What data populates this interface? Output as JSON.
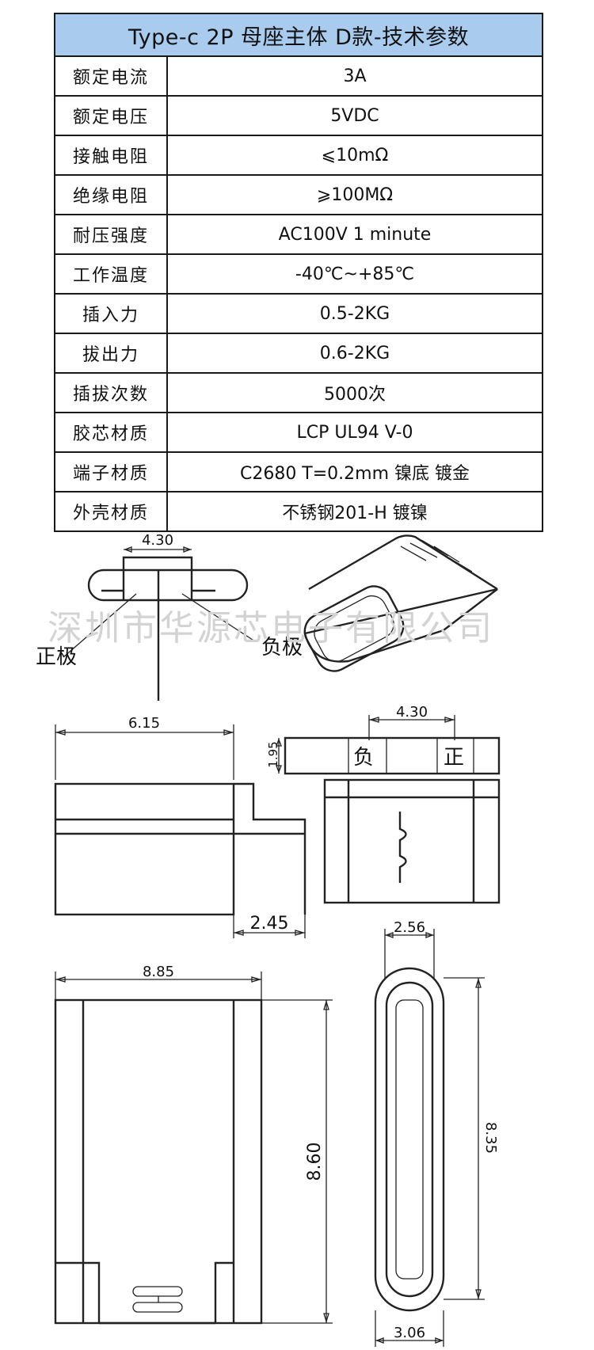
{
  "title": "Type-c 2P 母座主体 D款-技术参数",
  "specs": [
    {
      "label": "额定电流",
      "value": "3A"
    },
    {
      "label": "额定电压",
      "value": "5VDC"
    },
    {
      "label": "接触电阻",
      "value": "⩽10mΩ"
    },
    {
      "label": "绝缘电阻",
      "value": "⩾100MΩ"
    },
    {
      "label": "耐压强度",
      "value": "AC100V 1 minute"
    },
    {
      "label": "工作温度",
      "value": "-40℃~+85℃"
    },
    {
      "label": "插入力",
      "value": "0.5-2KG"
    },
    {
      "label": "拔出力",
      "value": "0.6-2KG"
    },
    {
      "label": "插拔次数",
      "value": "5000次"
    },
    {
      "label": "胶芯材质",
      "value": "LCP UL94 V-0"
    },
    {
      "label": "端子材质",
      "value": "C2680 T=0.2mm 镍底 镀金"
    },
    {
      "label": "外壳材质",
      "value": "不锈钢201-H 镀镍"
    }
  ],
  "drawing": {
    "watermark": "深圳市华源芯电子有限公司",
    "label_positive": "正极",
    "label_negative": "负极",
    "label_neg_short": "负",
    "label_pos_short": "正",
    "dims": {
      "top_pitch": "4.30",
      "side_length": "6.15",
      "front_pitch": "4.30",
      "front_height": "1.95",
      "tail": "2.45",
      "body_width": "8.85",
      "body_length": "8.60",
      "end_width": "2.56",
      "end_height": "8.35",
      "end_bottom": "3.06"
    }
  }
}
